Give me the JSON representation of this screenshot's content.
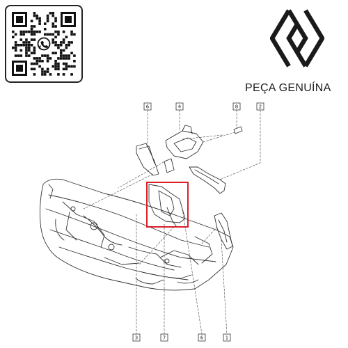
{
  "brand": {
    "tagline": "PEÇA GENUÍNA",
    "logo_icon": "renault-diamond-icon",
    "qr_icon": "whatsapp-qr-code-icon"
  },
  "diagram": {
    "callouts": [
      {
        "id": "c6a",
        "label": "6"
      },
      {
        "id": "c4",
        "label": "4"
      },
      {
        "id": "c8",
        "label": "8"
      },
      {
        "id": "c2",
        "label": "2"
      },
      {
        "id": "c3",
        "label": "3"
      },
      {
        "id": "c7",
        "label": "7"
      },
      {
        "id": "c6b",
        "label": "6"
      },
      {
        "id": "c1",
        "label": "1"
      }
    ],
    "highlight_color": "#d9202a"
  }
}
